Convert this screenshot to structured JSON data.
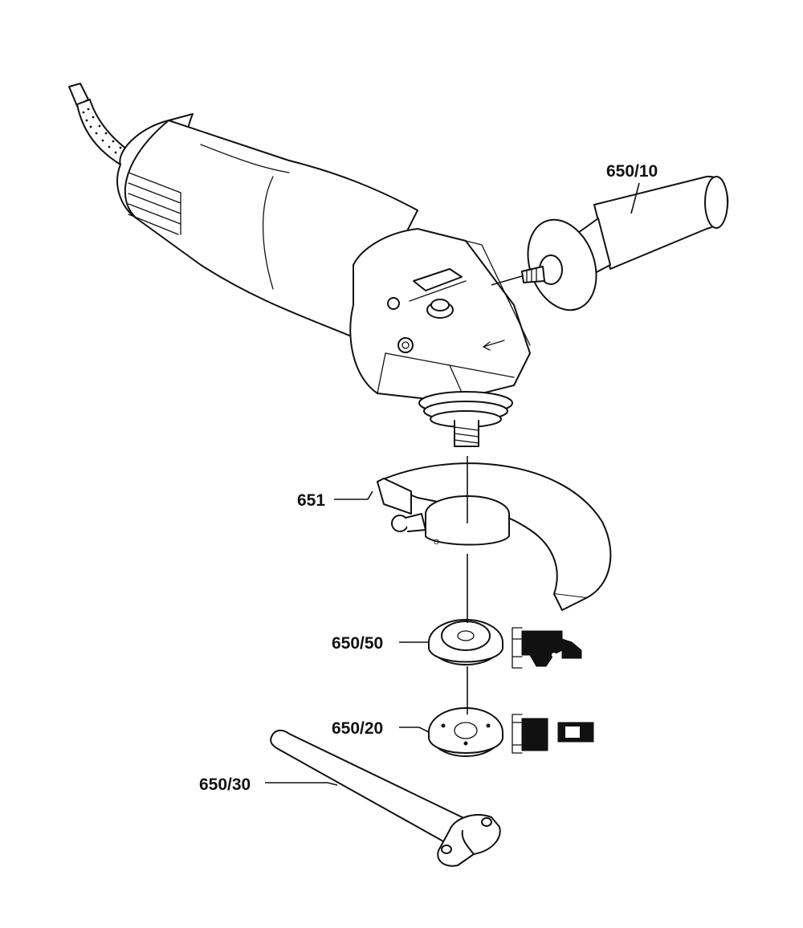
{
  "parts": [
    {
      "id": "650/10",
      "label": "650/10"
    },
    {
      "id": "651",
      "label": "651"
    },
    {
      "id": "650/50",
      "label": "650/50"
    },
    {
      "id": "650/20",
      "label": "650/20"
    },
    {
      "id": "650/30",
      "label": "650/30"
    }
  ]
}
